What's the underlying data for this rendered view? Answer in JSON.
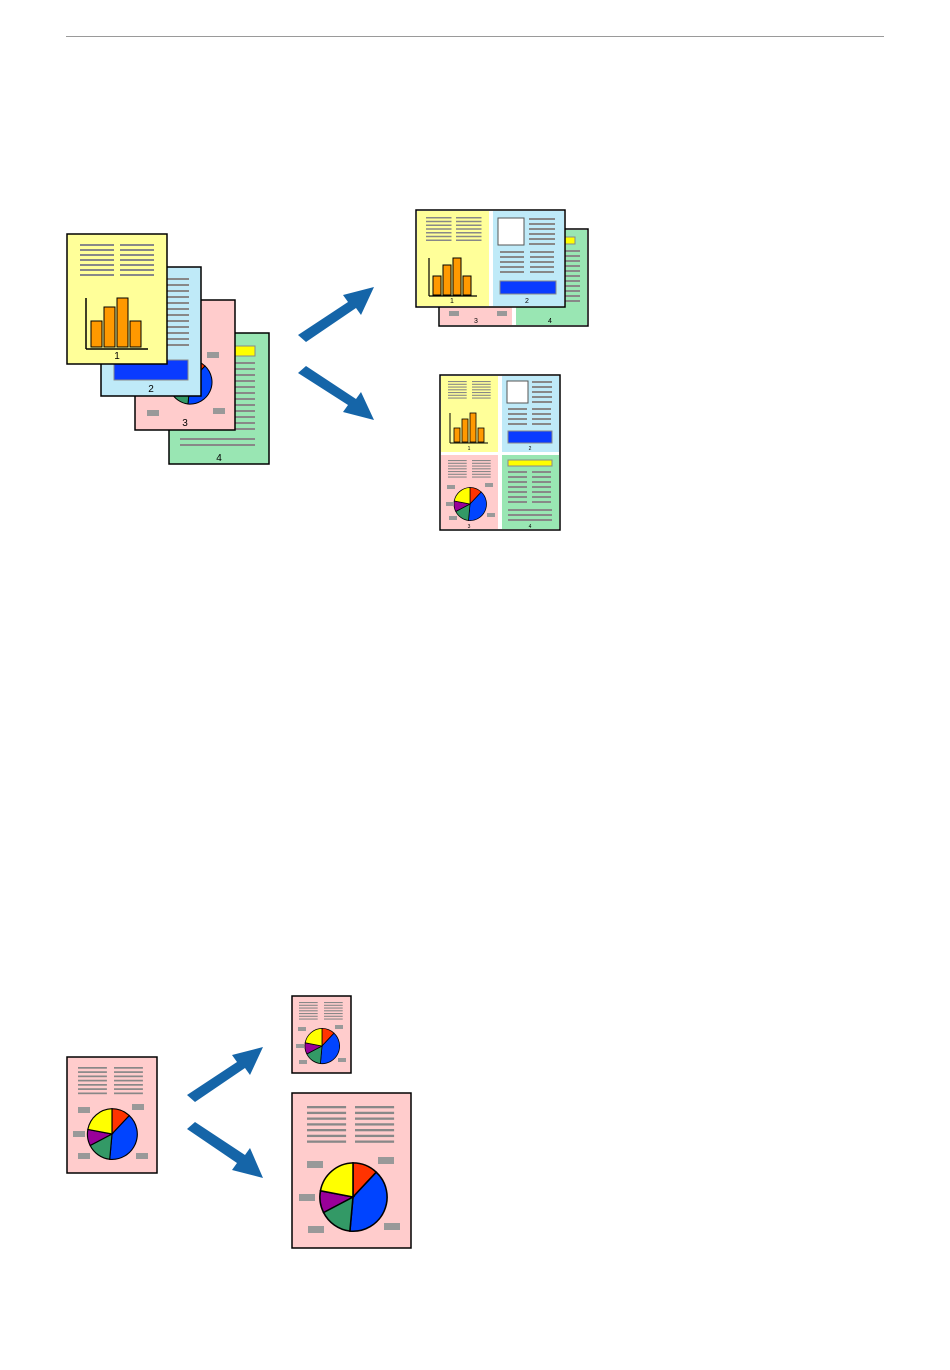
{
  "colors": {
    "yellow_page": "#ffff99",
    "blue_page": "#bfeaf8",
    "pink_page": "#ffcccc",
    "green_page": "#99e6b3",
    "arrow": "#1565a8",
    "bar": "#ff9900",
    "pie_red": "#ff3300",
    "pie_blue": "#0044ff",
    "pie_green": "#339966",
    "pie_purple": "#990099",
    "pie_yellow": "#ffff00",
    "label_gray": "#999999",
    "text_lines": "#888888"
  },
  "page_labels": {
    "p1": "1",
    "p2": "2",
    "p3": "3",
    "p4": "4"
  },
  "icons": [
    "arrow-icon",
    "bar-chart-icon",
    "pie-chart-icon"
  ]
}
